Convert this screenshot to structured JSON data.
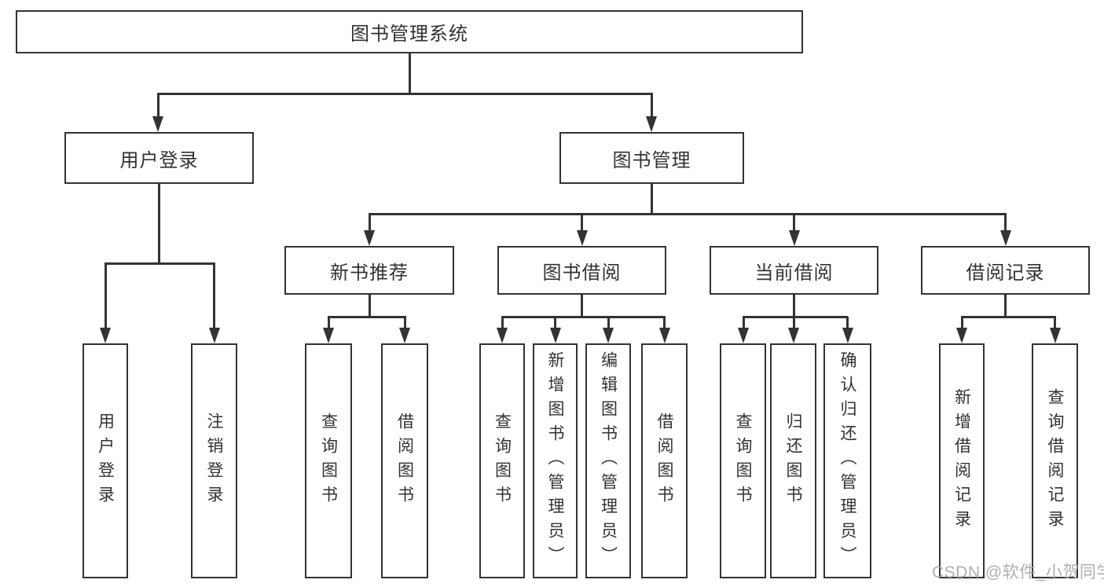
{
  "diagram": {
    "root": {
      "label": "图书管理系统"
    },
    "level2": [
      {
        "label": "用户登录"
      },
      {
        "label": "图书管理"
      }
    ],
    "level3": [
      {
        "label": "新书推荐",
        "parent": "图书管理"
      },
      {
        "label": "图书借阅",
        "parent": "图书管理"
      },
      {
        "label": "当前借阅",
        "parent": "图书管理"
      },
      {
        "label": "借阅记录",
        "parent": "图书管理"
      }
    ],
    "leaves": [
      {
        "label": "用户登录",
        "parent": "用户登录"
      },
      {
        "label": "注销登录",
        "parent": "用户登录"
      },
      {
        "label": "查询图书",
        "parent": "新书推荐"
      },
      {
        "label": "借阅图书",
        "parent": "新书推荐"
      },
      {
        "label": "查询图书",
        "parent": "图书借阅"
      },
      {
        "label": "新增图书（管理员）",
        "parent": "图书借阅"
      },
      {
        "label": "编辑图书（管理员）",
        "parent": "图书借阅"
      },
      {
        "label": "借阅图书",
        "parent": "图书借阅"
      },
      {
        "label": "查询图书",
        "parent": "当前借阅"
      },
      {
        "label": "归还图书",
        "parent": "当前借阅"
      },
      {
        "label": "确认归还（管理员）",
        "parent": "当前借阅"
      },
      {
        "label": "新增借阅记录",
        "parent": "借阅记录"
      },
      {
        "label": "查询借阅记录",
        "parent": "借阅记录"
      }
    ],
    "watermark": "CSDN @软件_小贺同学",
    "colors": {
      "line": "#333333",
      "box_fill": "#ffffff",
      "text": "#323232",
      "watermark": "#a8a8ab"
    }
  }
}
